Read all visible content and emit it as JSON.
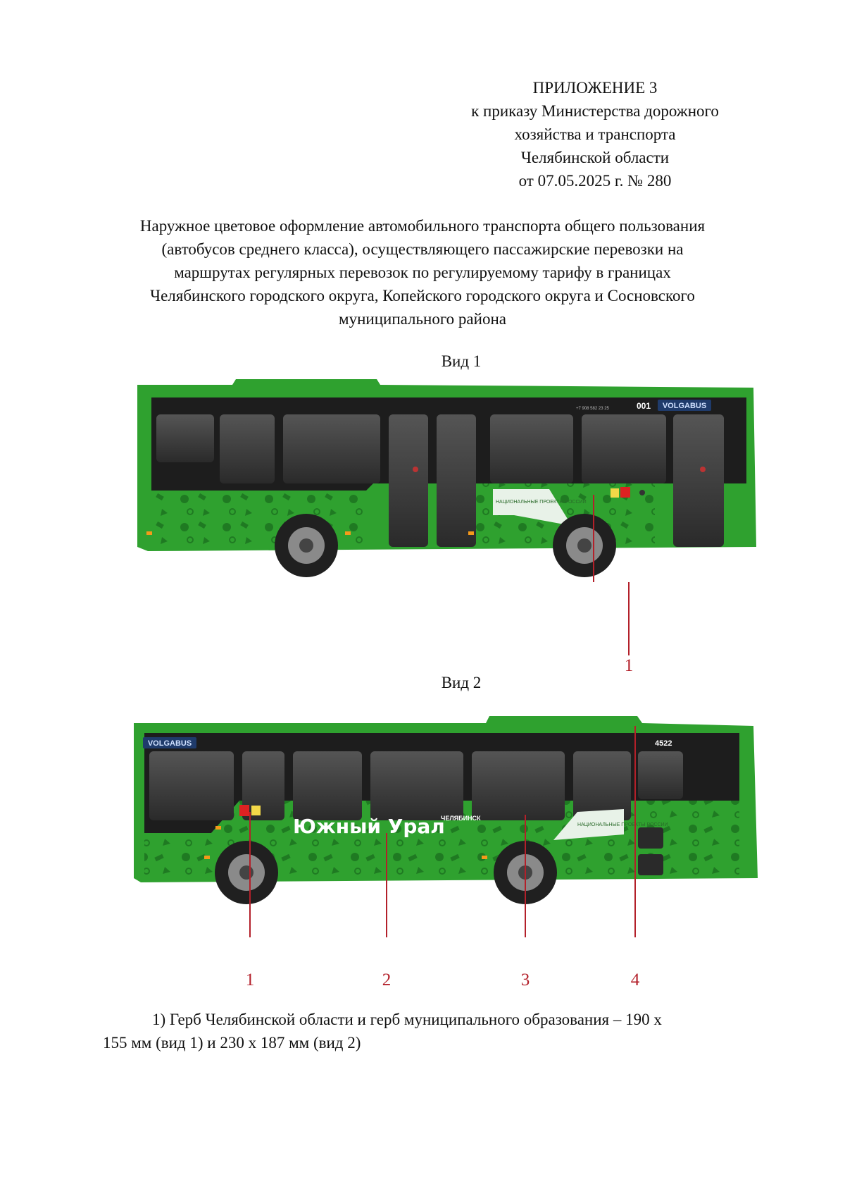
{
  "appendix": {
    "lines": [
      "ПРИЛОЖЕНИЕ 3",
      "к приказу Министерства дорожного",
      "хозяйства и транспорта",
      "Челябинской области",
      "от 07.05.2025 г. № 280"
    ]
  },
  "title": {
    "lines": [
      "Наружное цветовое оформление автомобильного транспорта общего пользования",
      "(автобусов среднего класса), осуществляющего пассажирские перевозки на",
      "маршрутах регулярных перевозок по регулируемому тарифу в границах",
      "Челябинского городского округа, Копейского городского округа и Сосновского",
      "муниципального района"
    ]
  },
  "view1": {
    "label": "Вид 1",
    "brand": "VOLGABUS",
    "route_number": "001",
    "phone": "+7 908 582 23 25",
    "sticker_text": "НАЦИОНАЛЬНЫЕ ПРОЕКТЫ РОССИИ",
    "callouts": [
      "1"
    ]
  },
  "view2": {
    "label": "Вид 2",
    "brand": "VOLGABUS",
    "fleet_number": "4522",
    "slogan": "Южный Урал",
    "city": "ЧЕЛЯБИНСК",
    "sticker_text": "НАЦИОНАЛЬНЫЕ ПРОЕКТЫ РОССИИ",
    "callouts": [
      "1",
      "2",
      "3",
      "4"
    ]
  },
  "note": {
    "line1": "1) Герб Челябинской области и герб муниципального образования – 190 х",
    "line2": "155 мм (вид 1) и 230 х 187 мм (вид 2)"
  },
  "colors": {
    "bus_green": "#2fa12f",
    "bus_green_dark": "#1f7a22",
    "glass": "#3a3a3a",
    "callout_red": "#b3202a"
  }
}
